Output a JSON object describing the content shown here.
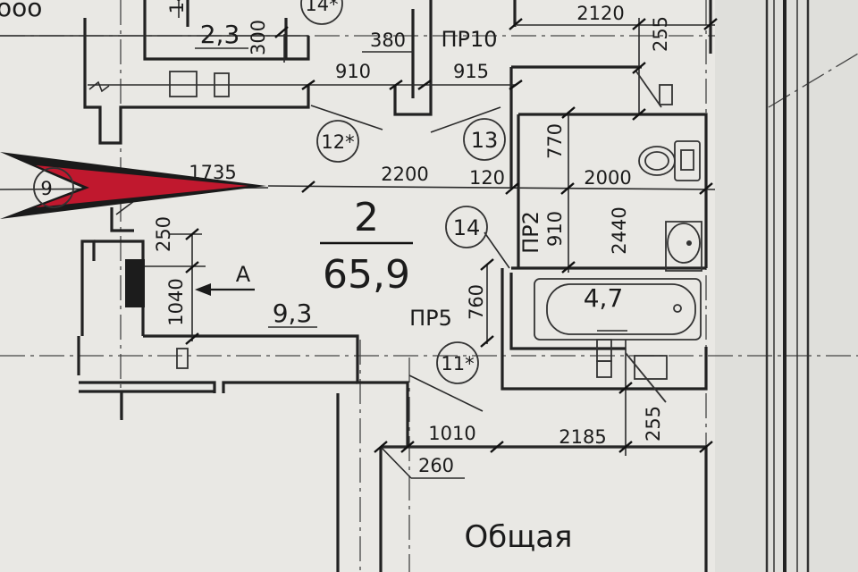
{
  "apartment": {
    "number": "2",
    "total_area": "65,9"
  },
  "rooms": {
    "hall_area": "9,3",
    "storage_area": "2,3",
    "bath_area": "4,7",
    "common_room_label": "Общая",
    "corner_fragment": "ооо",
    "section_mark": "A"
  },
  "openings": {
    "pr10": "ПР10",
    "pr5": "ПР5",
    "pr2": "ПР2"
  },
  "markers": {
    "m11": "11*",
    "m12": "12*",
    "m13": "13",
    "m14": "14",
    "m14_top": "14*",
    "m9": "9"
  },
  "dimensions": {
    "d2120": "2120",
    "d255_top": "255",
    "d380": "380",
    "d300": "300",
    "d910": "910",
    "d915": "915",
    "d1735": "1735",
    "d2200": "2200",
    "d120": "120",
    "d2000": "2000",
    "d770": "770",
    "d910_v": "910",
    "d2440": "2440",
    "d250": "250",
    "d1040": "1040",
    "d760": "760",
    "d1010": "1010",
    "d2185": "2185",
    "d260": "260",
    "d255_bottom": "255",
    "d14_top": "14"
  },
  "colors": {
    "paper": "#e9e8e4",
    "ink": "#1b1b1b",
    "arrow_fill": "#c0182e"
  }
}
